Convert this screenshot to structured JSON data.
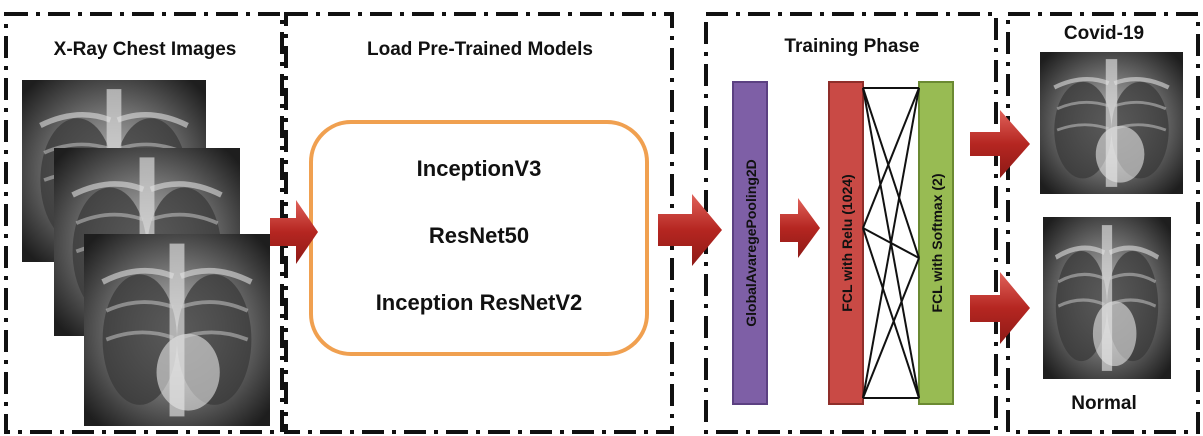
{
  "panels": {
    "input": {
      "title": "X-Ray Chest Images"
    },
    "models": {
      "title": "Load Pre-Trained Models",
      "items": [
        "InceptionV3",
        "ResNet50",
        "Inception ResNetV2"
      ]
    },
    "training": {
      "title": "Training Phase",
      "layers": [
        "GlobalAvaregePooling2D",
        "FCL with Relu (1024)",
        "FCL with Softmax (2)"
      ]
    },
    "output": {
      "classes": [
        "Covid-19",
        "Normal"
      ]
    }
  },
  "colors": {
    "arrow": "#c0312c",
    "pooling_layer": "#7e5fa6",
    "relu_layer": "#c94a45",
    "softmax_layer": "#98bb53",
    "model_box_border": "#f0a050"
  }
}
